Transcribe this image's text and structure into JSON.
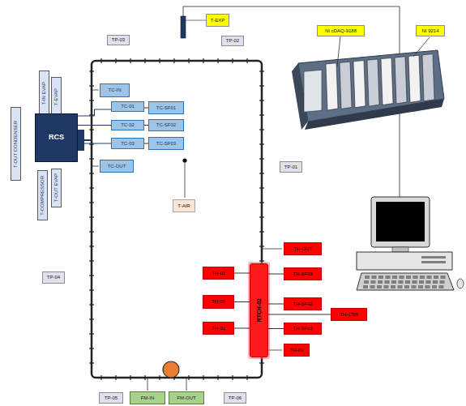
{
  "diagram": {
    "nodes": [
      {
        "text": [
          "T-EXP"
        ]
      },
      {
        "text": [
          "NI cDAQ-9188"
        ]
      },
      {
        "text": [
          "NI 9214"
        ]
      },
      {
        "text": [
          "TP-03"
        ]
      },
      {
        "text": [
          "TP-02"
        ]
      },
      {
        "text": [
          "T-IN EVAP"
        ]
      },
      {
        "text": [
          "T-EVAP"
        ]
      },
      {
        "text": [
          "TC-IN"
        ]
      },
      {
        "text": [
          "T-OUT CONDENSER"
        ]
      },
      {
        "text": [
          "RCS"
        ]
      },
      {
        "text": [
          "TC-01"
        ]
      },
      {
        "text": [
          "TC-SF01"
        ]
      },
      {
        "text": [
          "TC-02"
        ]
      },
      {
        "text": [
          "TC-SF02"
        ]
      },
      {
        "text": [
          "TC-03"
        ]
      },
      {
        "text": [
          "TC-SF03"
        ]
      },
      {
        "text": [
          "TC-OUT"
        ]
      },
      {
        "text": [
          "TP-01"
        ]
      },
      {
        "text": [
          "T-AIR"
        ]
      },
      {
        "text": [
          "T-COMPRESSOR"
        ]
      },
      {
        "text": [
          "T-OUT EVAP"
        ]
      },
      {
        "text": [
          "TH-OUT"
        ]
      },
      {
        "text": [
          "TH-03"
        ]
      },
      {
        "text": [
          "RTCH-02"
        ]
      },
      {
        "text": [
          "TH-SF03"
        ]
      },
      {
        "text": [
          "TH-02"
        ]
      },
      {
        "text": [
          "TH-SF02"
        ]
      },
      {
        "text": [
          "TH-CSR"
        ]
      },
      {
        "text": [
          "TH-01"
        ]
      },
      {
        "text": [
          "TH-SF01"
        ]
      },
      {
        "text": [
          "TH-IN"
        ]
      },
      {
        "text": [
          "TP-04"
        ]
      },
      {
        "text": [
          "TP-05"
        ]
      },
      {
        "text": [
          "FM-IN"
        ]
      },
      {
        "text": [
          "FM-OUT"
        ]
      },
      {
        "text": [
          "TP-06"
        ]
      }
    ],
    "edges": [
      {
        "from": 9,
        "to": 10,
        "arrow": "none"
      },
      {
        "from": 9,
        "to": 12,
        "arrow": "none"
      },
      {
        "from": 9,
        "to": 14,
        "arrow": "none"
      },
      {
        "from": 10,
        "to": 11,
        "arrow": "none"
      },
      {
        "from": 12,
        "to": 13,
        "arrow": "none"
      },
      {
        "from": 14,
        "to": 15,
        "arrow": "none"
      },
      {
        "from": 23,
        "to": 22,
        "arrow": "none"
      },
      {
        "from": 23,
        "to": 25,
        "arrow": "none"
      },
      {
        "from": 23,
        "to": 28,
        "arrow": "none"
      },
      {
        "from": 23,
        "to": 24,
        "arrow": "none"
      },
      {
        "from": 23,
        "to": 26,
        "arrow": "none"
      },
      {
        "from": 23,
        "to": 29,
        "arrow": "none"
      },
      {
        "from": 23,
        "to": 27,
        "arrow": "none"
      }
    ]
  }
}
